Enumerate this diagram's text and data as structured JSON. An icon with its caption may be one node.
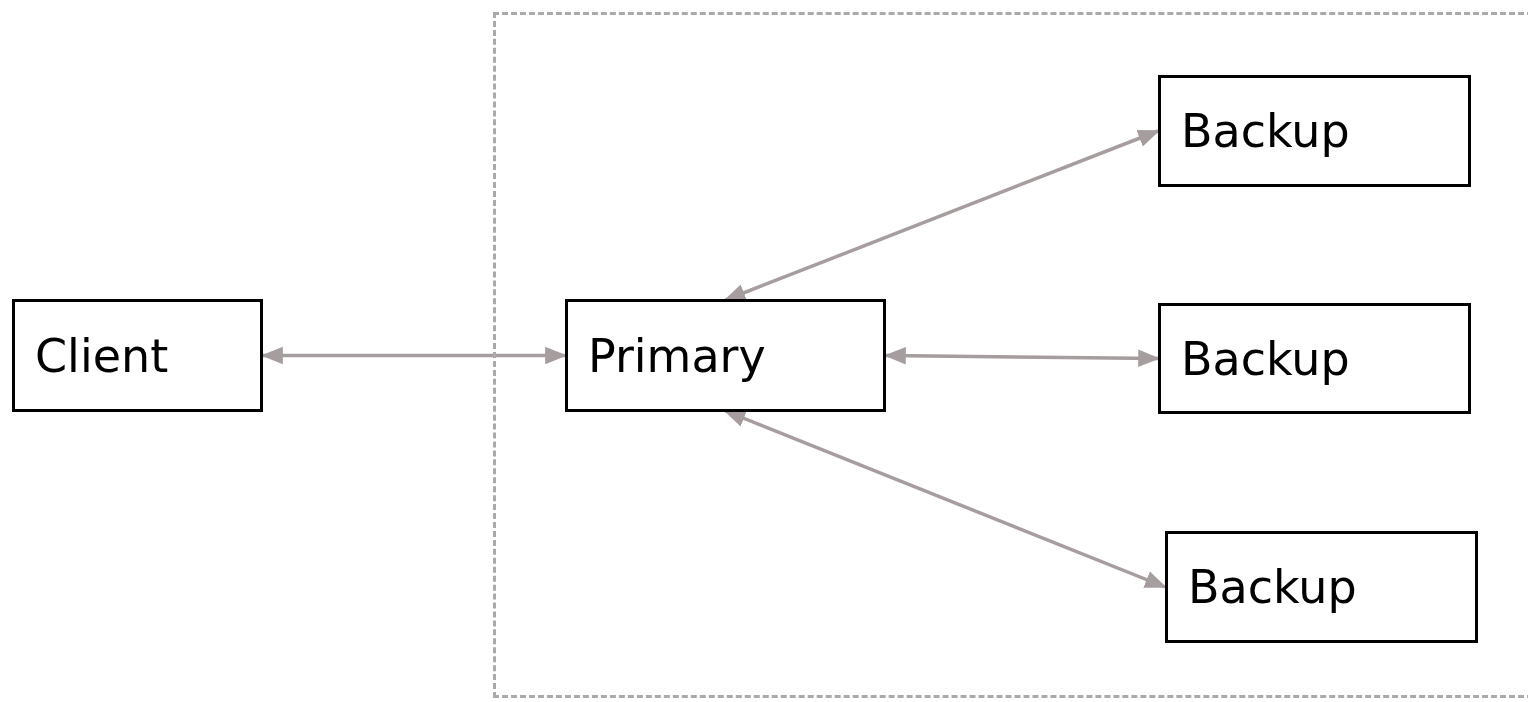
{
  "diagram": {
    "nodes": [
      {
        "text": [
          "Client"
        ]
      },
      {
        "text": [],
        "shape": "box"
      },
      {
        "text": [
          "Primary"
        ],
        "in": 1
      },
      {
        "text": [
          "Backup"
        ],
        "in": 1
      },
      {
        "text": [
          "Backup"
        ],
        "in": 1
      },
      {
        "text": [
          "Backup"
        ],
        "in": 1
      }
    ],
    "edges": [
      {
        "from": 0,
        "to": 2,
        "arrow": "both"
      },
      {
        "from": 2,
        "to": 3,
        "arrow": "both"
      },
      {
        "from": 2,
        "to": 4,
        "arrow": "both"
      },
      {
        "from": 2,
        "to": 5,
        "arrow": "both"
      }
    ]
  }
}
